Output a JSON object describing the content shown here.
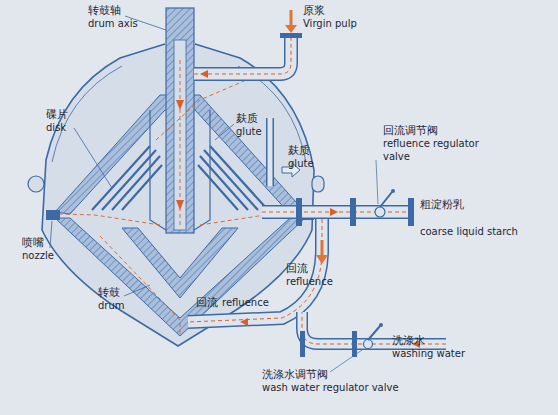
{
  "diagram": {
    "labels": [
      "转鼓轴",
      "drum axis",
      "原浆",
      "Virgin pulp",
      "碟片",
      "disk",
      "麸质",
      "glute",
      "麸质",
      "glute",
      "回流调节阀",
      "refluence regulator valve",
      "粗淀粉乳",
      "coarse liquid starch",
      "喷嘴",
      "nozzle",
      "回流",
      "refluence",
      "转鼓",
      "drum",
      "回流",
      "refluence",
      "洗涤水",
      "washing water",
      "洗涤水调节阀",
      "wash water regulator valve"
    ]
  }
}
